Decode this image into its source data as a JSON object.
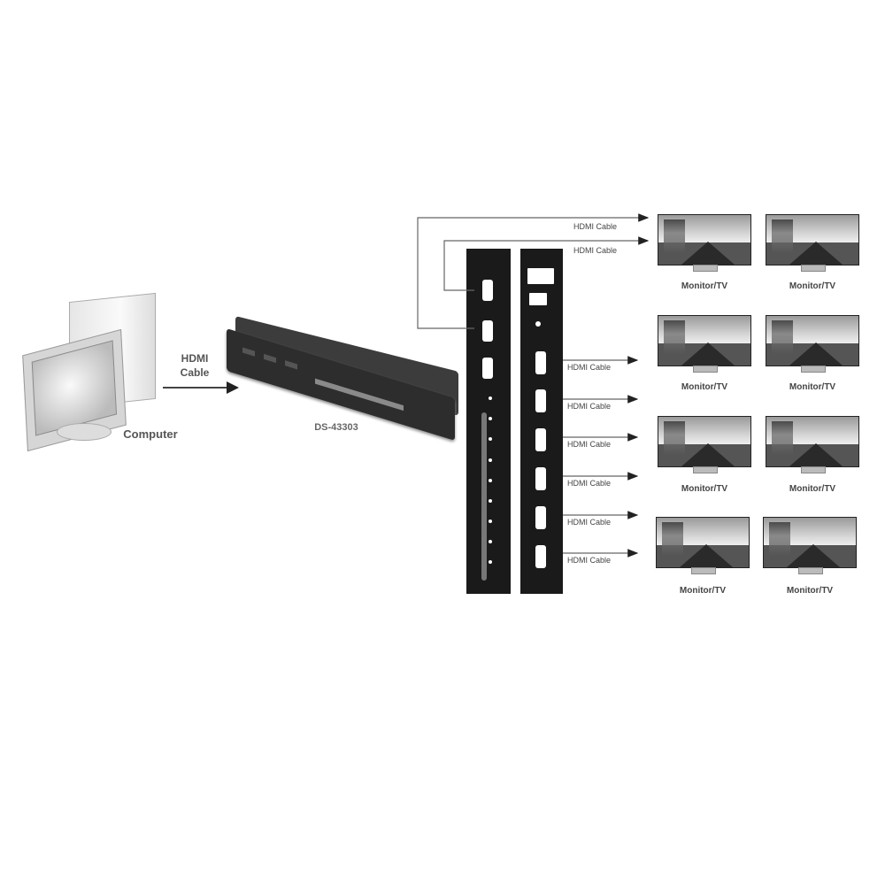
{
  "diagram": {
    "source": {
      "label": "Computer"
    },
    "input_cable": {
      "label_line1": "HDMI",
      "label_line2": "Cable"
    },
    "device": {
      "model": "DS-43303"
    },
    "output_cables": [
      {
        "label": "HDMI Cable"
      },
      {
        "label": "HDMI Cable"
      },
      {
        "label": "HDMI Cable"
      },
      {
        "label": "HDMI Cable"
      },
      {
        "label": "HDMI Cable"
      },
      {
        "label": "HDMI Cable"
      },
      {
        "label": "HDMI Cable"
      },
      {
        "label": "HDMI Cable"
      }
    ],
    "displays": [
      {
        "label": "Monitor/TV"
      },
      {
        "label": "Monitor/TV"
      },
      {
        "label": "Monitor/TV"
      },
      {
        "label": "Monitor/TV"
      },
      {
        "label": "Monitor/TV"
      },
      {
        "label": "Monitor/TV"
      },
      {
        "label": "Monitor/TV"
      },
      {
        "label": "Monitor/TV"
      }
    ]
  }
}
